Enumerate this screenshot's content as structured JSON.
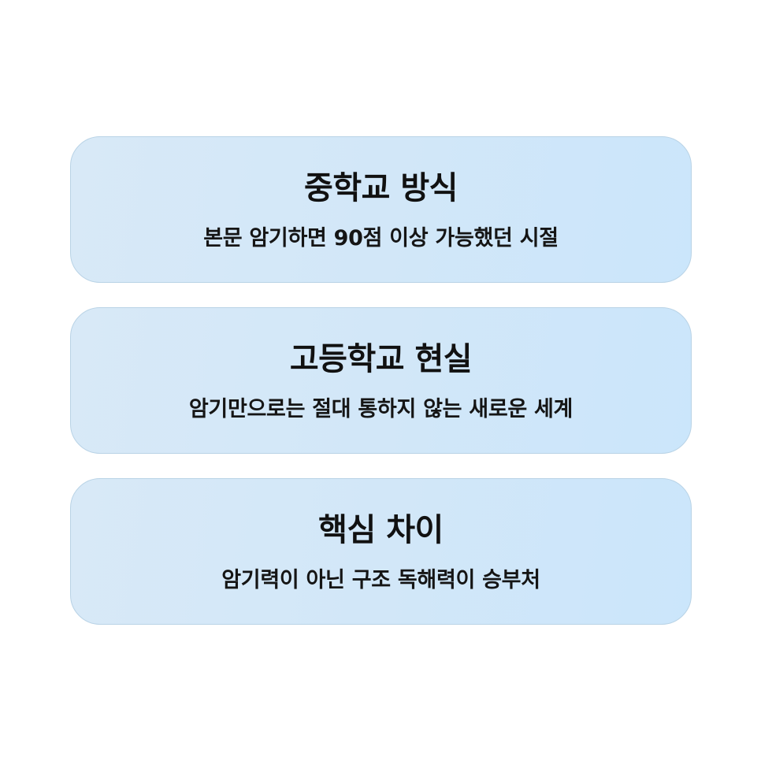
{
  "cards": [
    {
      "title": "중학교 방식",
      "description": "본문 암기하면 90점 이상 가능했던 시절"
    },
    {
      "title": "고등학교 현실",
      "description": "암기만으로는 절대 통하지 않는 새로운 세계"
    },
    {
      "title": "핵심 차이",
      "description": "암기력이 아닌 구조 독해력이 승부처"
    }
  ]
}
